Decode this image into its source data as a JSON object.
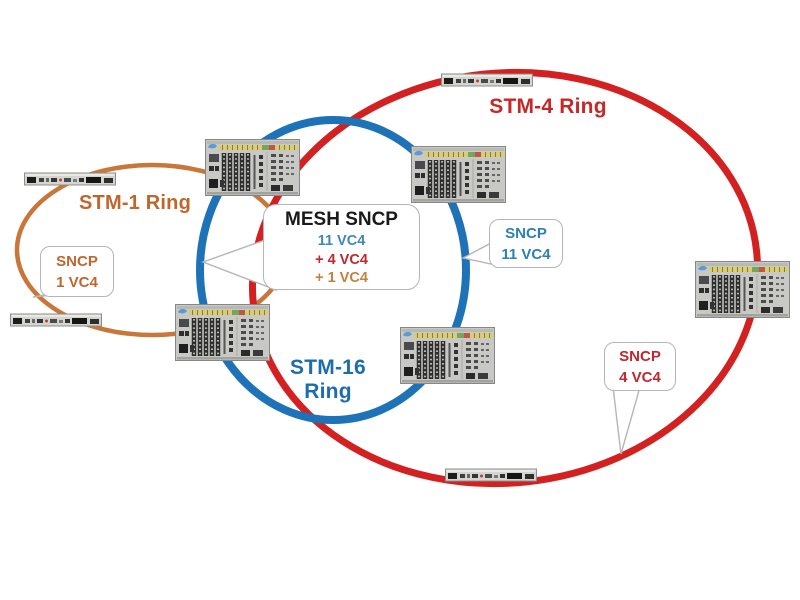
{
  "colors": {
    "background": "#ffffff",
    "stm1_ring": "#c8763a",
    "stm4_ring": "#d32020",
    "stm16_ring": "#1e73b8",
    "stm1_text": "#c0662c",
    "stm4_text": "#c62828",
    "stm16_text": "#1d6cb0",
    "mesh_title_text": "#1a1a1a",
    "mesh_blue_text": "#3d87ba",
    "mesh_red_text": "#c0282e",
    "mesh_orange_text": "#c2823f",
    "callout_border": "#b5b5b5"
  },
  "rings": [
    {
      "id": "stm1",
      "label": "STM-1 Ring"
    },
    {
      "id": "stm16",
      "label": "STM-16 Ring"
    },
    {
      "id": "stm4",
      "label": "STM-4 Ring"
    }
  ],
  "callouts": {
    "stm1": {
      "line1": "SNCP",
      "line2": "1 VC4"
    },
    "stm16": {
      "line1": "SNCP",
      "line2": "11 VC4"
    },
    "stm4": {
      "line1": "SNCP",
      "line2": "4 VC4"
    },
    "mesh": {
      "title": "MESH SNCP",
      "line1": "11 VC4",
      "line2": "+ 4 VC4",
      "line3": "+ 1 VC4"
    }
  },
  "devices": [
    {
      "id": "chassis-nw",
      "type": "large-chassis"
    },
    {
      "id": "chassis-ne",
      "type": "large-chassis"
    },
    {
      "id": "chassis-sw",
      "type": "large-chassis"
    },
    {
      "id": "chassis-se",
      "type": "large-chassis"
    },
    {
      "id": "chassis-east",
      "type": "large-chassis"
    },
    {
      "id": "rack-unit-nw",
      "type": "compact-mux"
    },
    {
      "id": "rack-unit-sw",
      "type": "compact-mux"
    },
    {
      "id": "rack-unit-north",
      "type": "compact-mux"
    },
    {
      "id": "rack-unit-south",
      "type": "compact-mux"
    }
  ]
}
